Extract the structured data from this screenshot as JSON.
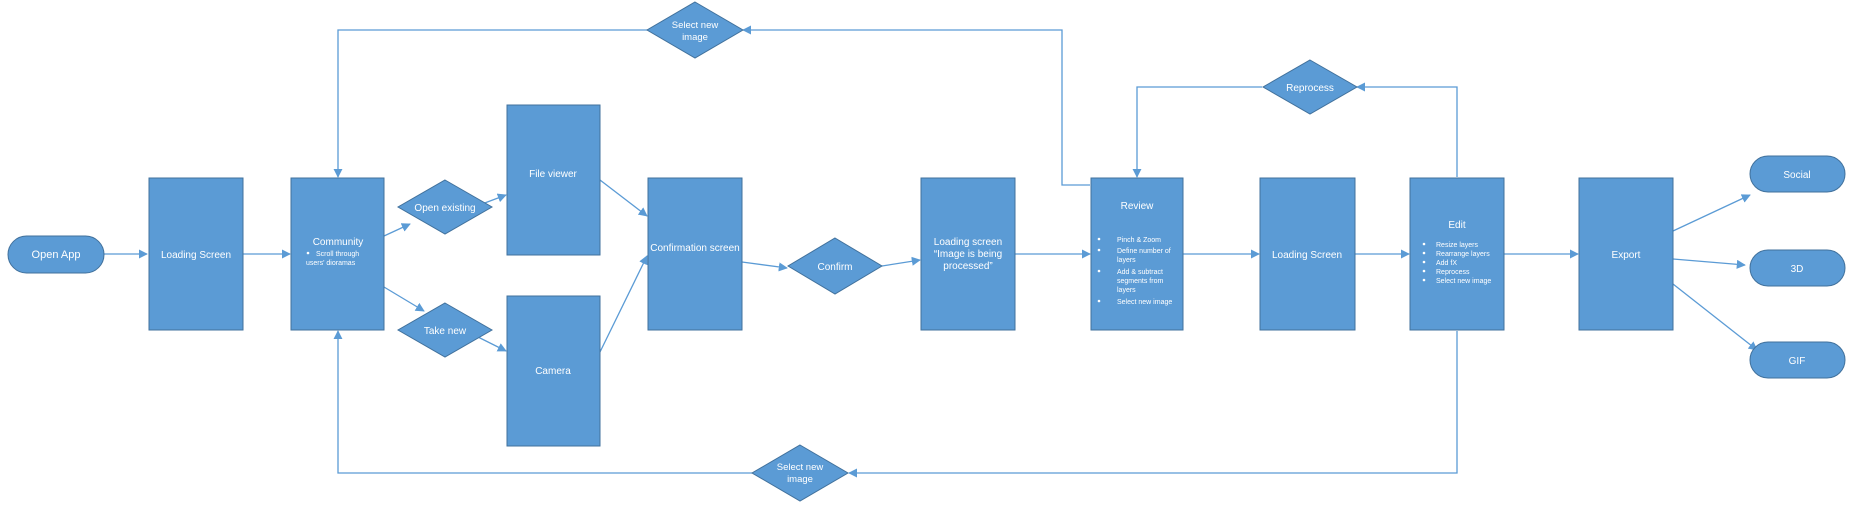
{
  "nodes": {
    "open_app": "Open App",
    "loading1": "Loading Screen",
    "community": {
      "title": "Community",
      "items": [
        "Scroll through users' dioramas"
      ]
    },
    "open_existing": "Open existing",
    "take_new": "Take new",
    "file_viewer": "File viewer",
    "camera": "Camera",
    "confirmation": "Confirmation screen",
    "confirm": "Confirm",
    "loading2": [
      "Loading screen",
      "“Image is being",
      "processed”"
    ],
    "review": {
      "title": "Review",
      "items": [
        "Pinch & Zoom",
        "Define number of layers",
        "Add & subtract segments from layers",
        "Select new image"
      ]
    },
    "loading3": "Loading Screen",
    "edit": {
      "title": "Edit",
      "items": [
        "Resize layers",
        "Rearrange layers",
        "Add fX",
        "Reprocess",
        "Select new image"
      ]
    },
    "export": "Export",
    "social": "Social",
    "three_d": "3D",
    "gif": "GIF",
    "reprocess": "Reprocess",
    "select_new_top": [
      "Select new",
      "image"
    ],
    "select_new_bottom": [
      "Select new",
      "image"
    ]
  },
  "colors": {
    "fill": "#5b9bd5",
    "stroke": "#41719c",
    "text": "#ffffff"
  }
}
